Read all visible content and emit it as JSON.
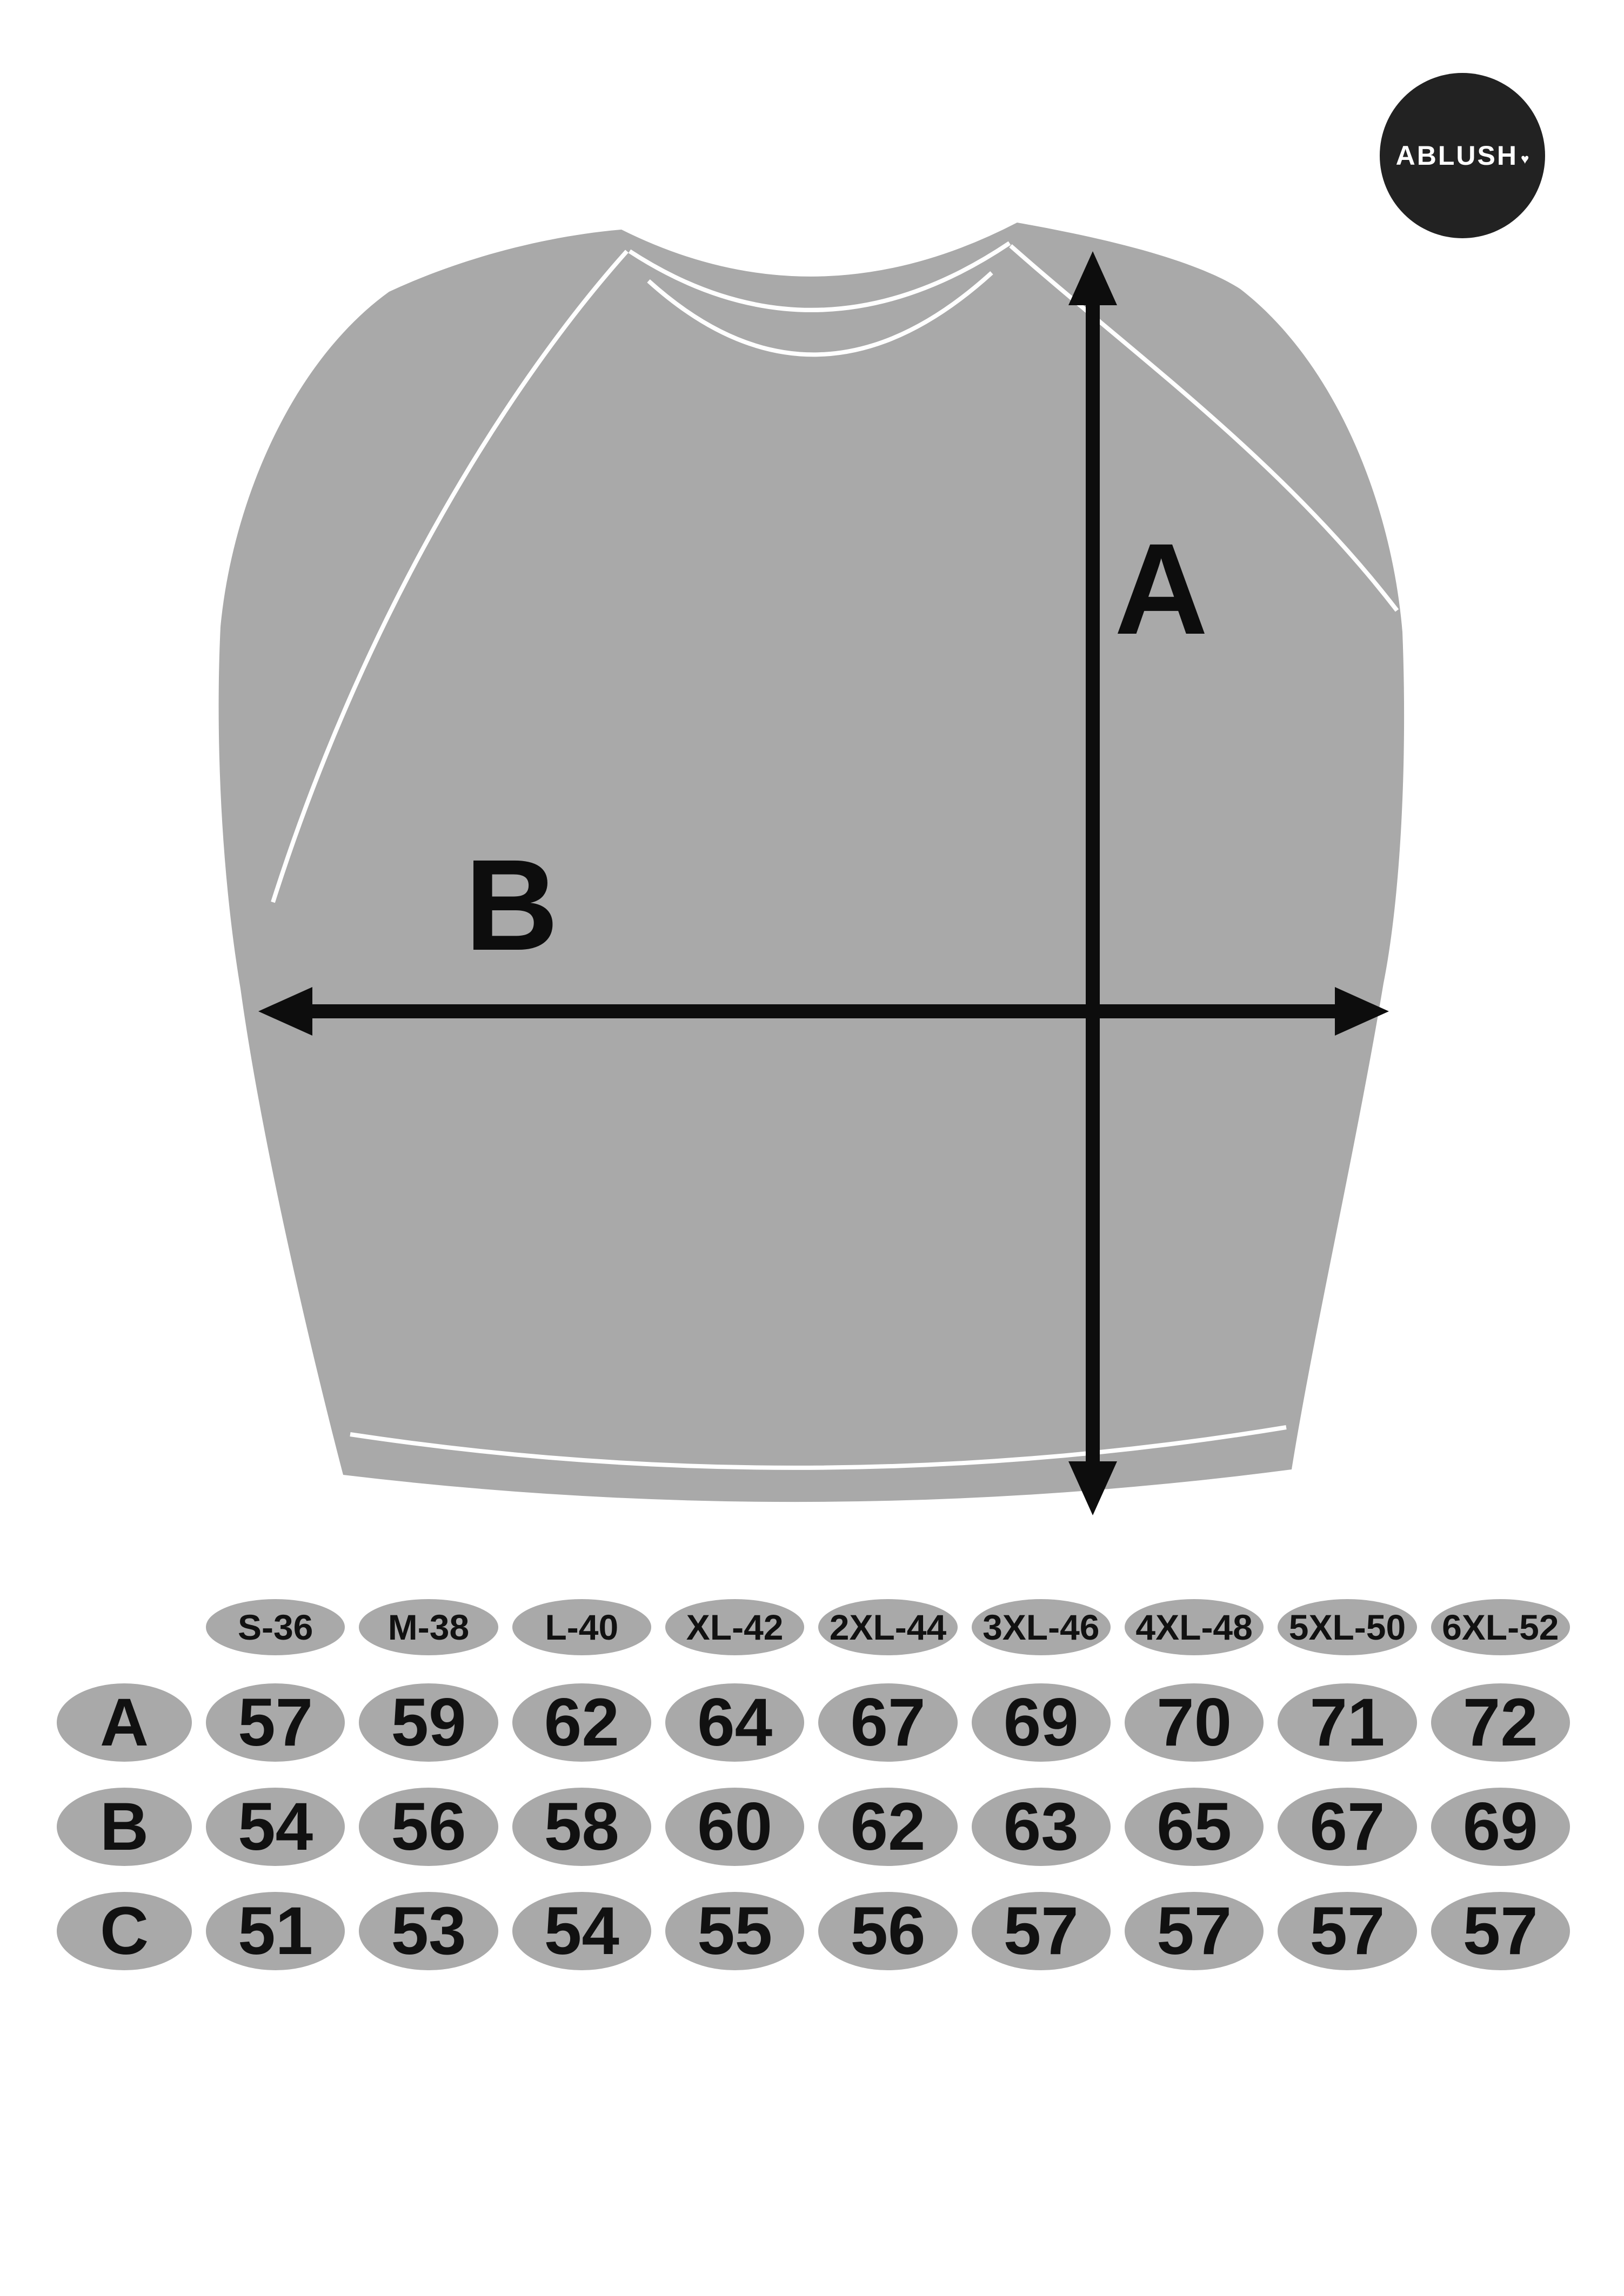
{
  "brand": {
    "name": "ABLUSH",
    "heart_icon": "♥"
  },
  "diagram": {
    "label_a": "A",
    "label_b": "B"
  },
  "size_table": {
    "sizes": [
      "S-36",
      "M-38",
      "L-40",
      "XL-42",
      "2XL-44",
      "3XL-46",
      "4XL-48",
      "5XL-50",
      "6XL-52"
    ],
    "rows": [
      {
        "label": "A",
        "values": [
          "57",
          "59",
          "62",
          "64",
          "67",
          "69",
          "70",
          "71",
          "72"
        ]
      },
      {
        "label": "B",
        "values": [
          "54",
          "56",
          "58",
          "60",
          "62",
          "63",
          "65",
          "67",
          "69"
        ]
      },
      {
        "label": "C",
        "values": [
          "51",
          "53",
          "54",
          "55",
          "56",
          "57",
          "57",
          "57",
          "57"
        ]
      }
    ]
  },
  "colors": {
    "sweater_gray": "#a9a9a9",
    "pill_gray": "#a9a9a9",
    "arrow_black": "#0d0d0d",
    "logo_background": "#222222",
    "seam_white": "#ffffff"
  }
}
